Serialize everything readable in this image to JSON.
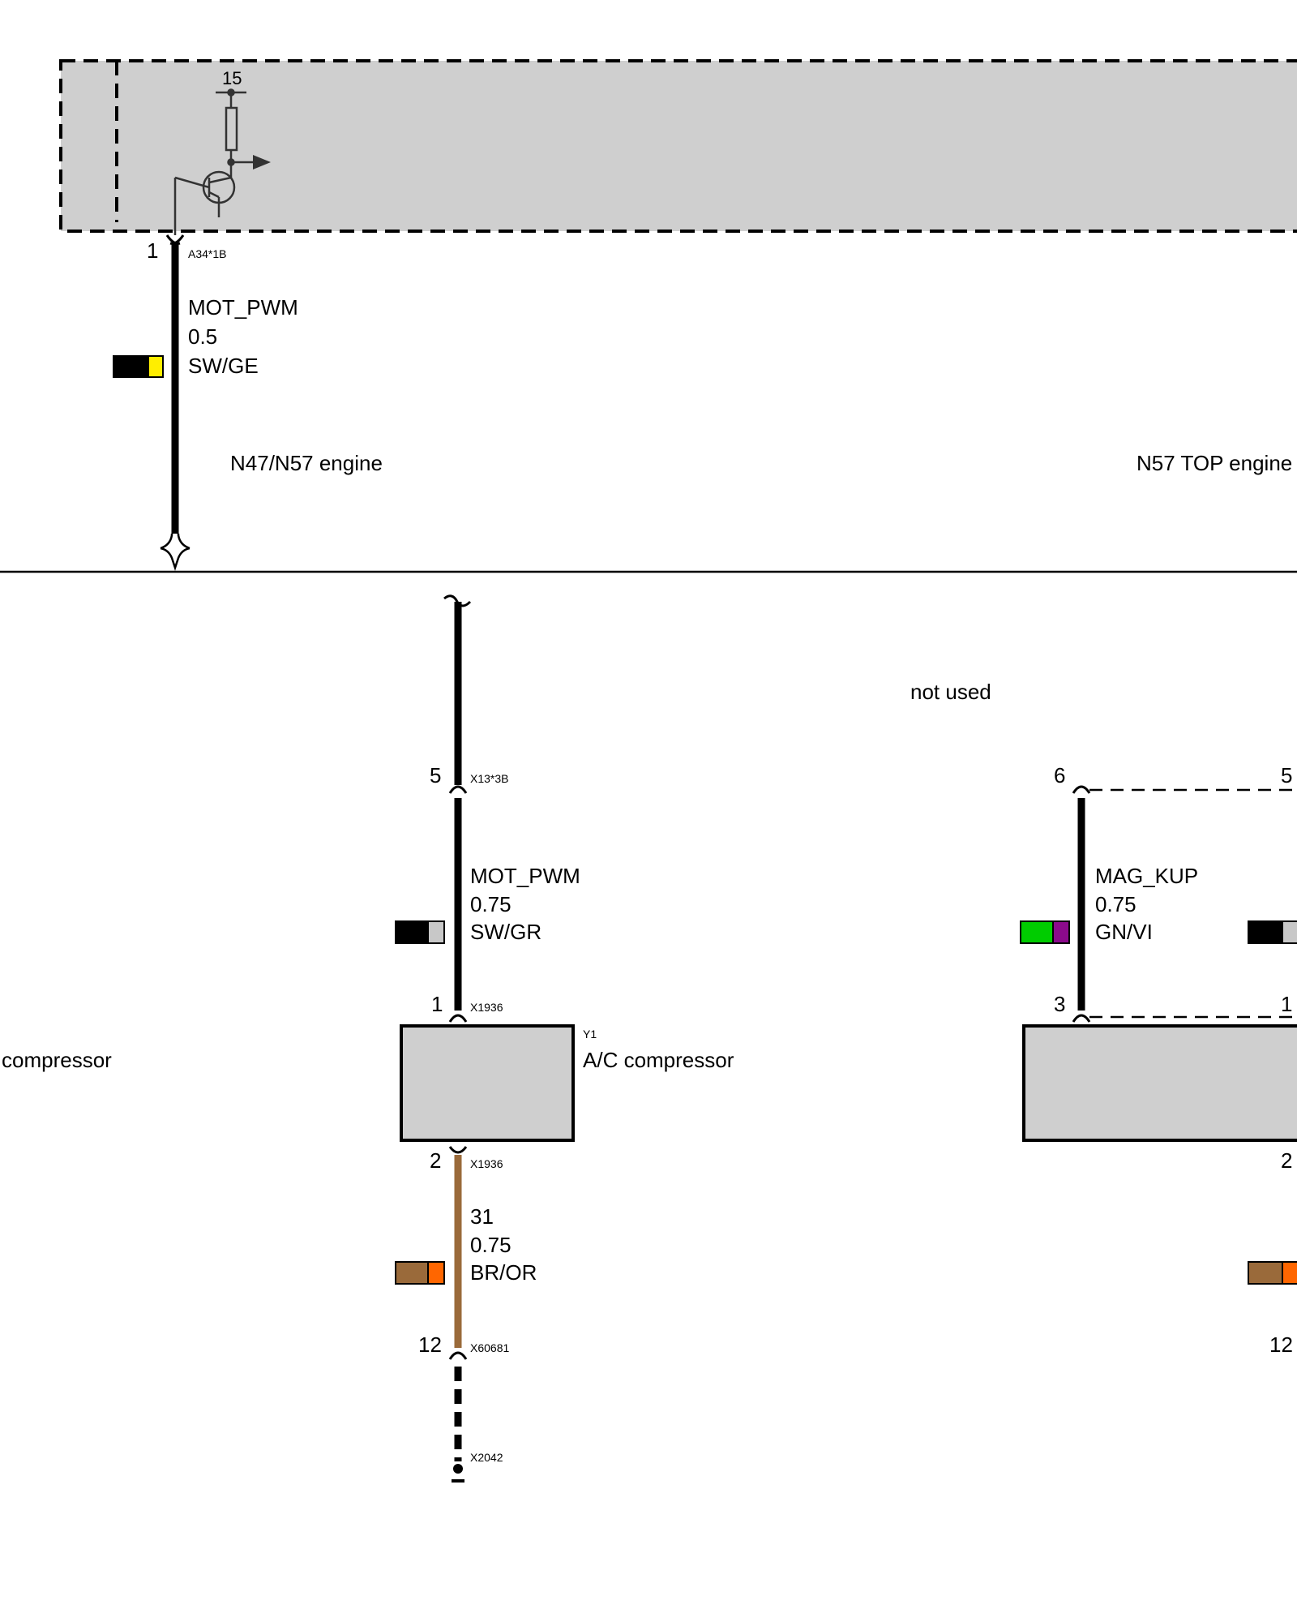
{
  "control_unit": {
    "supply_terminal": "15",
    "pin": "1",
    "connector": "A34*1B"
  },
  "wires": {
    "upper": {
      "signal": "MOT_PWM",
      "gauge": "0.5",
      "color_code": "SW/GE",
      "swatch": [
        "#000000",
        "#ffee00"
      ]
    },
    "mid_left": {
      "signal": "MOT_PWM",
      "gauge": "0.75",
      "color_code": "SW/GR",
      "swatch": [
        "#000000",
        "#c8c8c8"
      ]
    },
    "mid_right": {
      "signal": "MAG_KUP",
      "gauge": "0.75",
      "color_code": "GN/VI",
      "swatch": [
        "#00cc00",
        "#8b0a8b"
      ]
    },
    "ground": {
      "signal": "31",
      "gauge": "0.75",
      "color_code": "BR/OR",
      "swatch": [
        "#9a6a3a",
        "#ff6600"
      ]
    },
    "right_edge_swatch": [
      "#000000",
      "#c8c8c8"
    ],
    "right_edge_ground_swatch": [
      "#9a6a3a",
      "#ff6600"
    ]
  },
  "variants": {
    "left": "N47/N57 engine",
    "right": "N57 TOP engine"
  },
  "notes": {
    "not_used": "not used"
  },
  "pins": {
    "left_x13_pin": "5",
    "left_x13_connector": "X13*3B",
    "left_comp_top_pin": "1",
    "left_comp_top_connector": "X1936",
    "left_comp_bottom_pin": "2",
    "left_comp_bottom_connector": "X1936",
    "left_ground_pin": "12",
    "left_ground_connector": "X60681",
    "left_ground_point": "X2042",
    "right_top_pin_a": "6",
    "right_top_pin_b": "5",
    "right_comp_pin_a": "3",
    "right_comp_pin_b": "1",
    "right_comp_bottom_pin": "2",
    "right_ground_pin": "12"
  },
  "components": {
    "compressor_ref": "Y1",
    "compressor_name": "A/C compressor",
    "offscreen_left_label": "compressor"
  }
}
